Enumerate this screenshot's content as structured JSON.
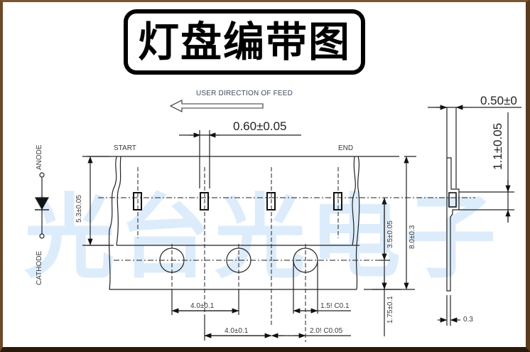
{
  "title": "灯盘编带图",
  "watermark": "光台光电子",
  "feed_direction_label": "USER DIRECTION OF FEED",
  "tape": {
    "start_label": "START",
    "end_label": "END"
  },
  "diode": {
    "anode_label": "ANODE",
    "cathode_label": "CATHODE"
  },
  "dimensions": {
    "pad_width": "0.60±0.05",
    "height_left": "5.3±0.05",
    "center_to_hole": "3.5±0.05",
    "tape_width": "8.0±0.3",
    "hole_edge": "1.75±0.1",
    "pitch_upper": "4.0±0.1",
    "pitch_lower": "4.0±0.1",
    "hole_dia": "1.5! C0.1",
    "hole_offset": "2.0! C0.05",
    "side_thickness_top": "0.50±0",
    "side_height": "1.1±0.05",
    "side_bottom": "0.3"
  },
  "colors": {
    "frame": "#5a3b1e",
    "watermark": "#dcecfb",
    "line": "#222222"
  }
}
